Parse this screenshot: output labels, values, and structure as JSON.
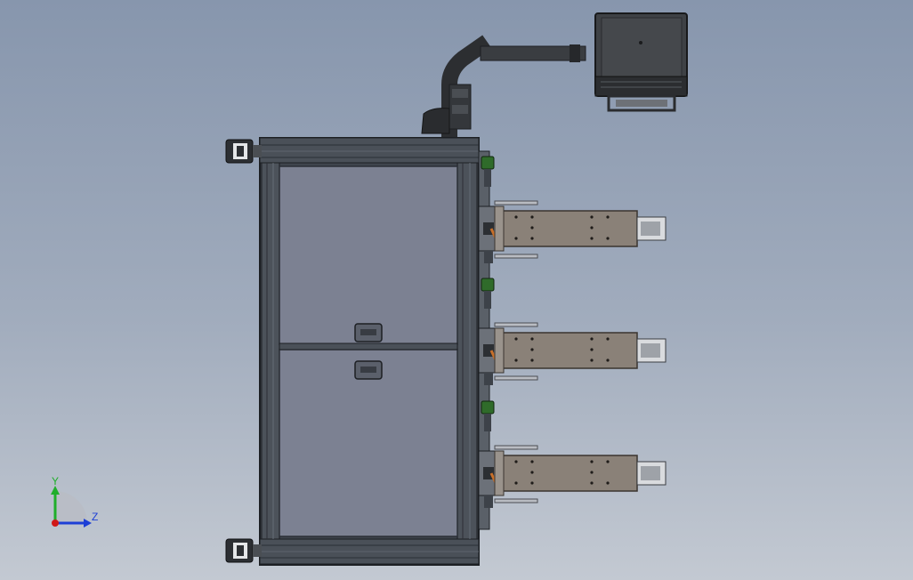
{
  "viewport": {
    "background_top": "#8796ad",
    "background_bottom": "#c3c9d2"
  },
  "model": {
    "frame_color": "#3f454d",
    "panel_color": "#7c8192",
    "door_line_color": "#2b2f36",
    "actuator_color": "#8a8178",
    "cable_color": "#2c2e31",
    "accent_green": "#2f6b2a",
    "accent_orange": "#c8702a",
    "actuator_count": 3
  },
  "triad": {
    "y_label": "Y",
    "z_label": "Z",
    "y_color": "#1fae2a",
    "z_color": "#1d3fd6",
    "x_color": "#d01818"
  }
}
